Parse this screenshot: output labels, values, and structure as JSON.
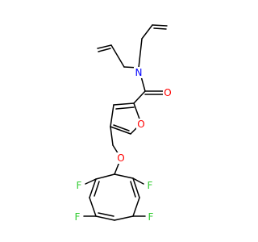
{
  "colors": {
    "bond": "#000000",
    "N": "#0000ff",
    "O": "#ff0000",
    "F": "#33cc33"
  },
  "atoms": {
    "n1": {
      "label": "N",
      "element": "N"
    },
    "o_carbonyl": {
      "label": "O",
      "element": "O"
    },
    "o_furan": {
      "label": "O",
      "element": "O"
    },
    "o_ether": {
      "label": "O",
      "element": "O"
    },
    "f_top_left": {
      "label": "F",
      "element": "F"
    },
    "f_top_right": {
      "label": "F",
      "element": "F"
    },
    "f_bottom_left": {
      "label": "F",
      "element": "F"
    },
    "f_bottom_right": {
      "label": "F",
      "element": "F"
    }
  }
}
